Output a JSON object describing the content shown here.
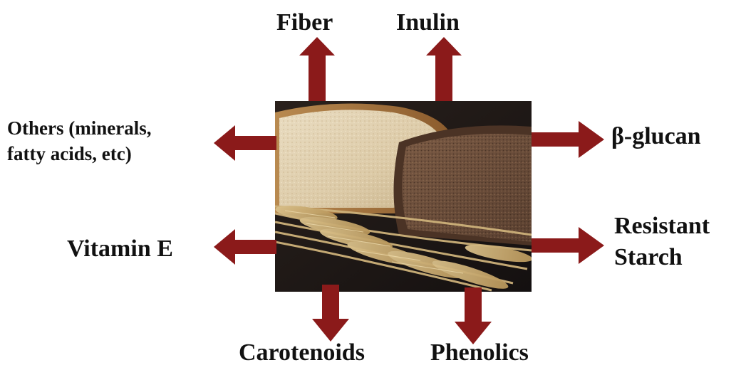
{
  "labels": {
    "fiber": "Fiber",
    "inulin": "Inulin",
    "others_line1": "Others (minerals,",
    "others_line2": "fatty acids, etc)",
    "beta_glucan": "β-glucan",
    "vitamin_e": "Vitamin E",
    "resistant_line1": "Resistant",
    "resistant_line2": "Starch",
    "carotenoids": "Carotenoids",
    "phenolics": "Phenolics"
  },
  "colors": {
    "arrow": "#8B1A1A",
    "text": "#111111",
    "background": "#FFFFFF"
  },
  "center_image": {
    "icon": "bread-and-wheat-photo"
  }
}
